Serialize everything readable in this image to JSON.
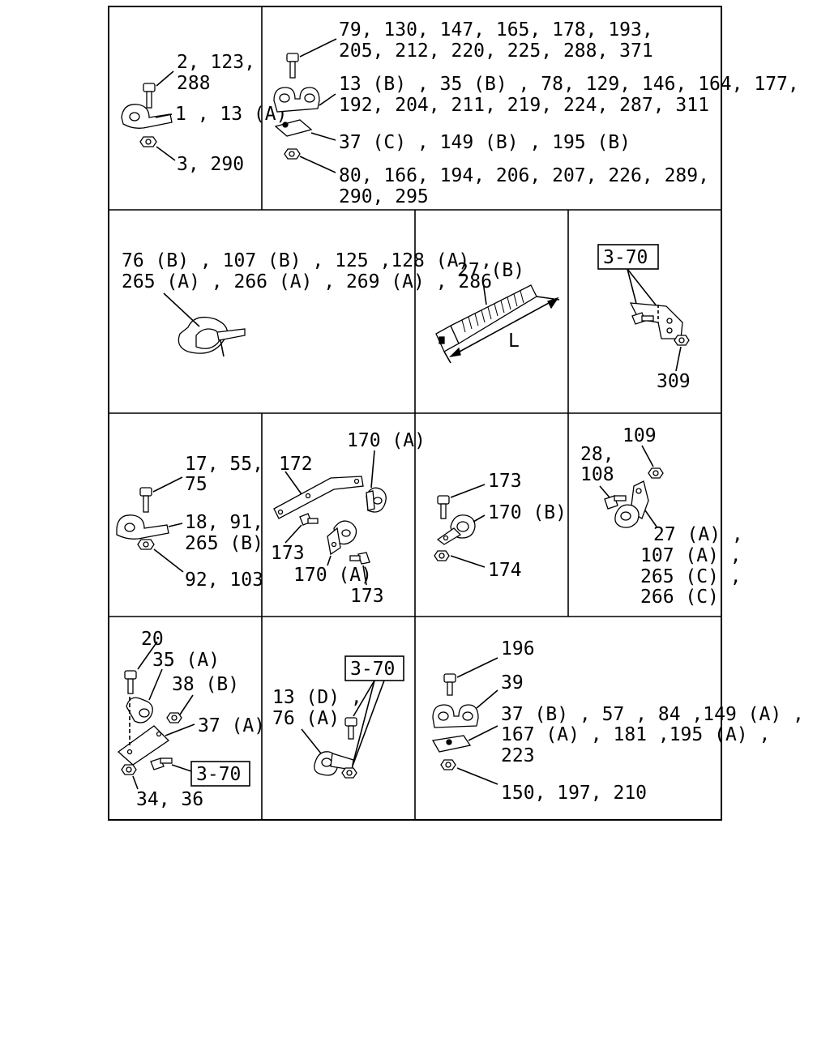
{
  "panels": [
    {
      "labels": [
        "2, 123,",
        "288",
        "1 , 13 (A)",
        "3, 290"
      ]
    },
    {
      "labels": [
        "79, 130, 147, 165, 178, 193,",
        "205, 212, 220, 225, 288, 371",
        "13 (B) , 35 (B) , 78, 129, 146, 164, 177,",
        "192, 204, 211, 219, 224, 287, 311",
        "37 (C) , 149 (B) , 195 (B)",
        "80, 166, 194, 206, 207, 226, 289,",
        "290, 295"
      ]
    },
    {
      "labels": [
        "76 (B) , 107 (B) , 125 ,128 (A) ,",
        "265 (A) , 266 (A) , 269 (A) , 286"
      ]
    },
    {
      "labels": [
        "27 (B)",
        "L"
      ]
    },
    {
      "labels": [
        "3-70",
        "309"
      ]
    },
    {
      "labels": [
        "17, 55,",
        "75",
        "18, 91,",
        "265 (B)",
        "92, 103"
      ]
    },
    {
      "labels": [
        "170 (A)",
        "172",
        "173",
        "170 (A)",
        "173"
      ]
    },
    {
      "labels": [
        "173",
        "170 (B)",
        "174"
      ]
    },
    {
      "labels": [
        "109",
        "28,",
        "108",
        "27 (A) ,",
        "107 (A) ,",
        "265 (C) ,",
        "266 (C)"
      ]
    },
    {
      "labels": [
        "20",
        "35 (A)",
        "38 (B)",
        "37 (A)",
        "3-70",
        "34, 36"
      ]
    },
    {
      "labels": [
        "3-70",
        "13 (D) ,",
        "76 (A)"
      ]
    },
    {
      "labels": [
        "196",
        "39",
        "37 (B) , 57 , 84 ,149 (A) ,",
        "167 (A) , 181 ,195 (A) ,",
        "223",
        "150, 197, 210"
      ]
    }
  ]
}
